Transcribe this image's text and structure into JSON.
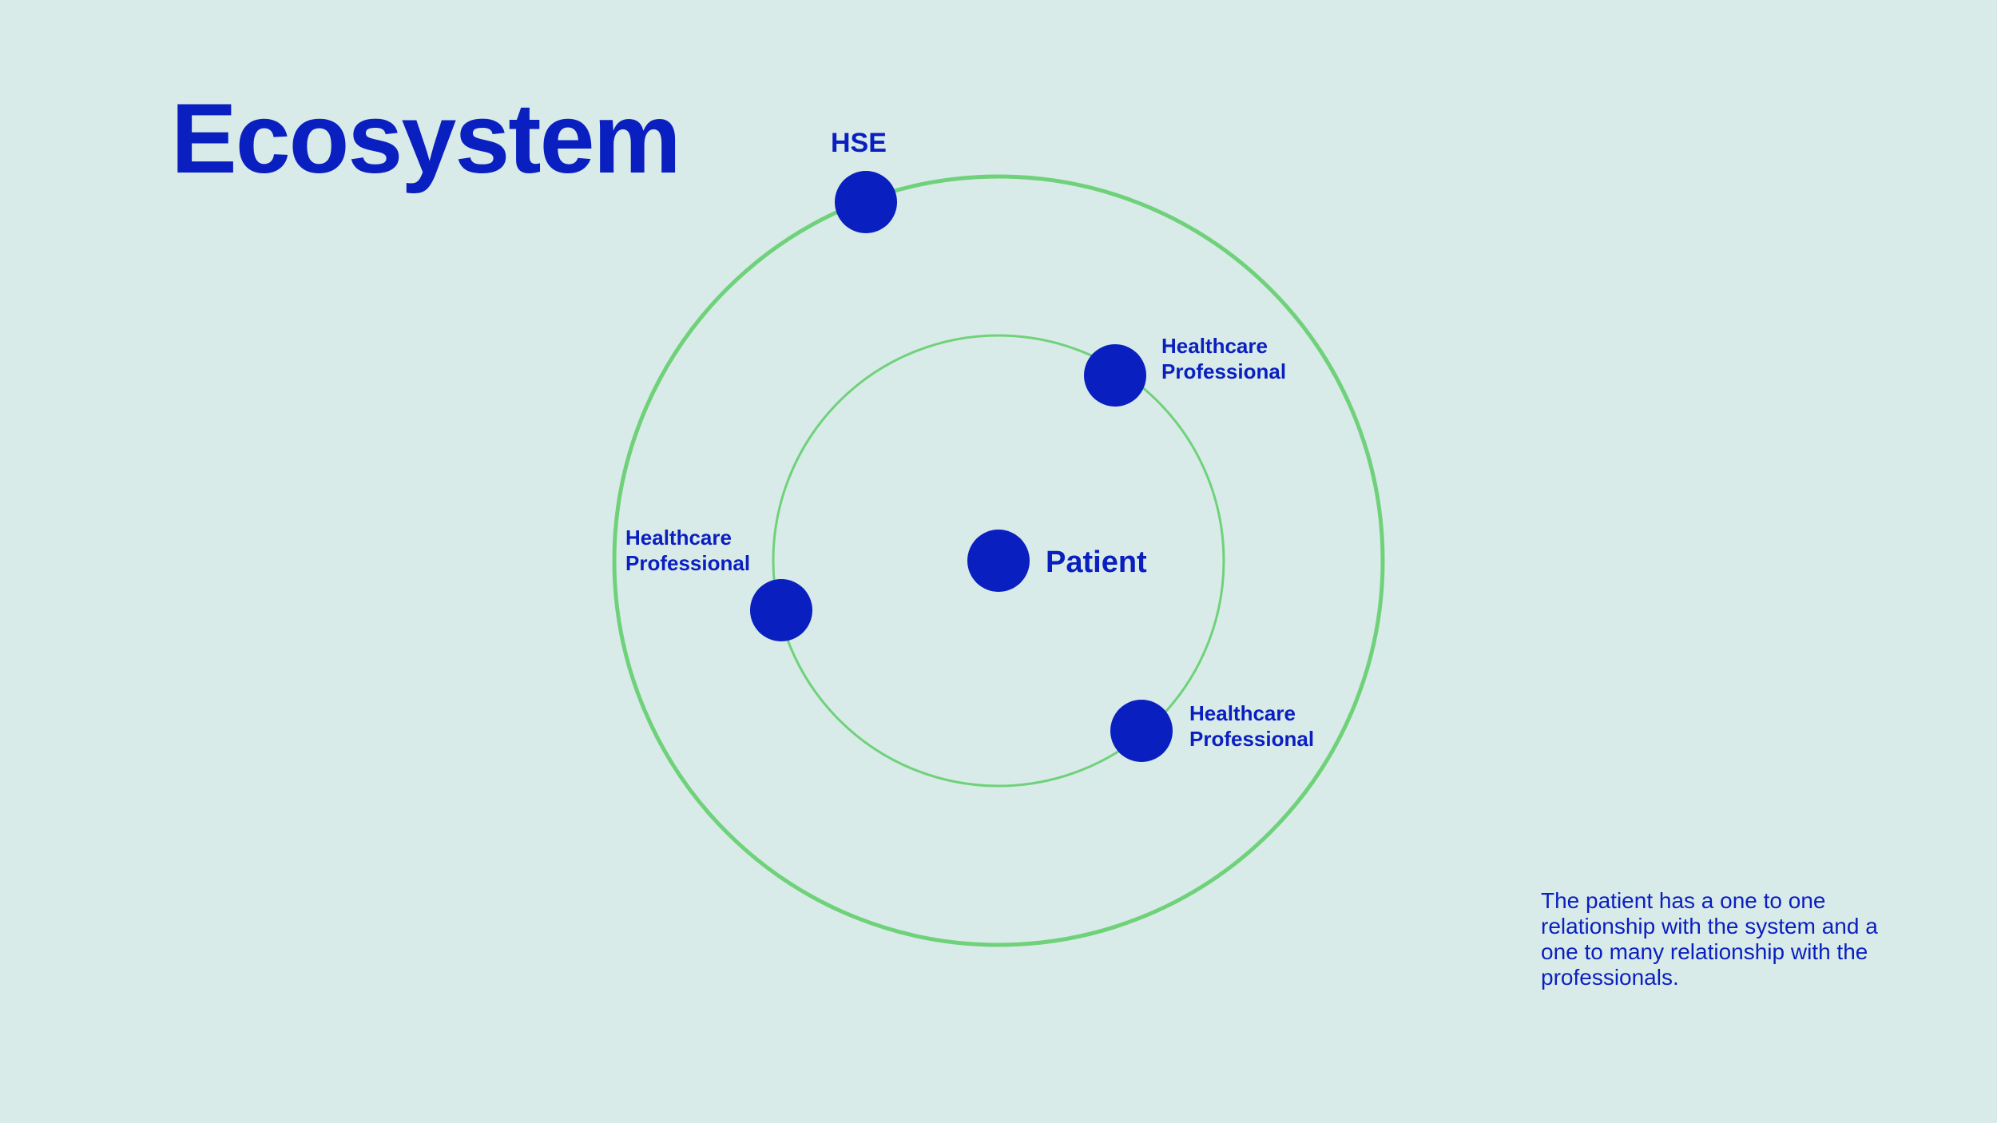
{
  "page": {
    "title": "Ecosystem",
    "note": "The patient has a one to one relationship with the system and a one to many relationship with the professionals."
  },
  "diagram": {
    "center": {
      "label": "Patient"
    },
    "outer_node": {
      "label": "HSE"
    },
    "inner_nodes": [
      {
        "label_line1": "Healthcare",
        "label_line2": "Professional"
      },
      {
        "label_line1": "Healthcare",
        "label_line2": "Professional"
      },
      {
        "label_line1": "Healthcare",
        "label_line2": "Professional"
      }
    ]
  },
  "colors": {
    "background": "#d9ebe8",
    "primary_blue": "#0a1fbf",
    "ring_green": "#6fd27a"
  }
}
